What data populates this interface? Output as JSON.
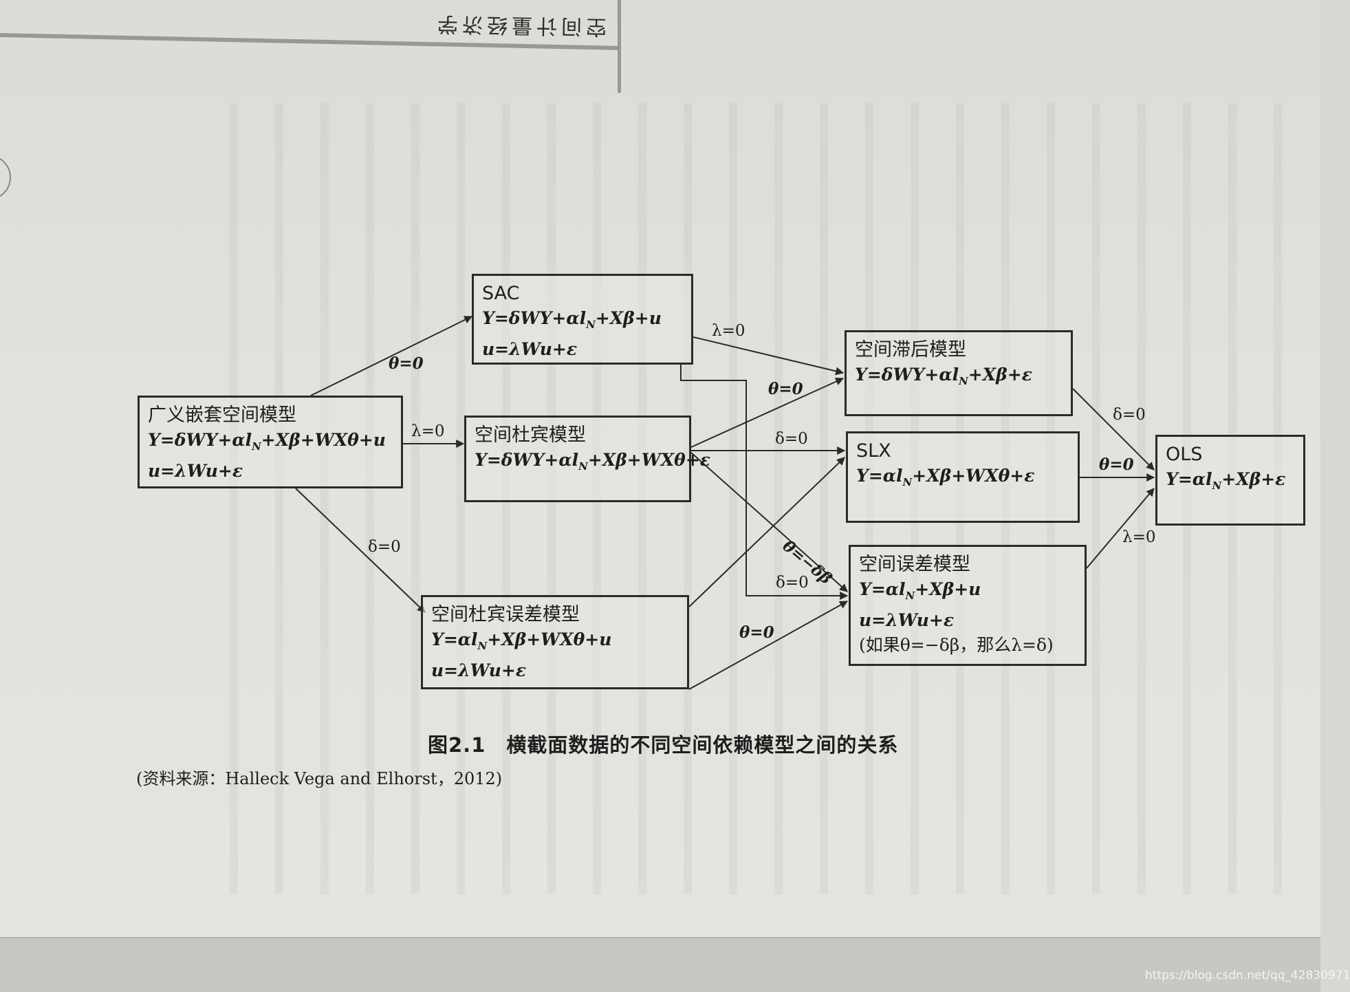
{
  "running_head": "空间计量经济学",
  "boxes": {
    "gns": {
      "title": "广义嵌套空间模型",
      "eq1": "Y=δWY+αl_N+Xβ+WXθ+u",
      "eq2": "u=λWu+ε"
    },
    "sac": {
      "title": "SAC",
      "eq1": "Y=δWY+αl_N+Xβ+u",
      "eq2": "u=λWu+ε"
    },
    "sdm": {
      "title": "空间杜宾模型",
      "eq1": "Y=δWY+αl_N+Xβ+WXθ+ε"
    },
    "sdem": {
      "title": "空间杜宾误差模型",
      "eq1": "Y=αl_N+Xβ+WXθ+u",
      "eq2": "u=λWu+ε"
    },
    "sar": {
      "title": "空间滞后模型",
      "eq1": "Y=δWY+αl_N+Xβ+ε"
    },
    "slx": {
      "title": "SLX",
      "eq1": "Y=αl_N+Xβ+WXθ+ε"
    },
    "sem": {
      "title": "空间误差模型",
      "eq1": "Y=αl_N+Xβ+u",
      "eq2": "u=λWu+ε",
      "note": "(如果θ=−δβ，那么λ=δ)"
    },
    "ols": {
      "title": "OLS",
      "eq1": "Y=αl_N+Xβ+ε"
    }
  },
  "edge_labels": {
    "gns_sac": "θ=0",
    "gns_sdm": "λ=0",
    "gns_sdem": "δ=0",
    "sac_sar": "λ=0",
    "sdm_sar": "θ=0",
    "sdm_slx": "δ=0",
    "sdm_sem": "θ=−δβ",
    "sac_sem": "δ=0",
    "sdem_sem": "θ=0",
    "sar_ols": "δ=0",
    "slx_ols": "θ=0",
    "sem_ols": "λ=0"
  },
  "caption": "图2.1　横截面数据的不同空间依赖模型之间的关系",
  "source": "(资料来源：Halleck Vega and Elhorst，2012)",
  "watermark": "https://blog.csdn.net/qq_42830971"
}
